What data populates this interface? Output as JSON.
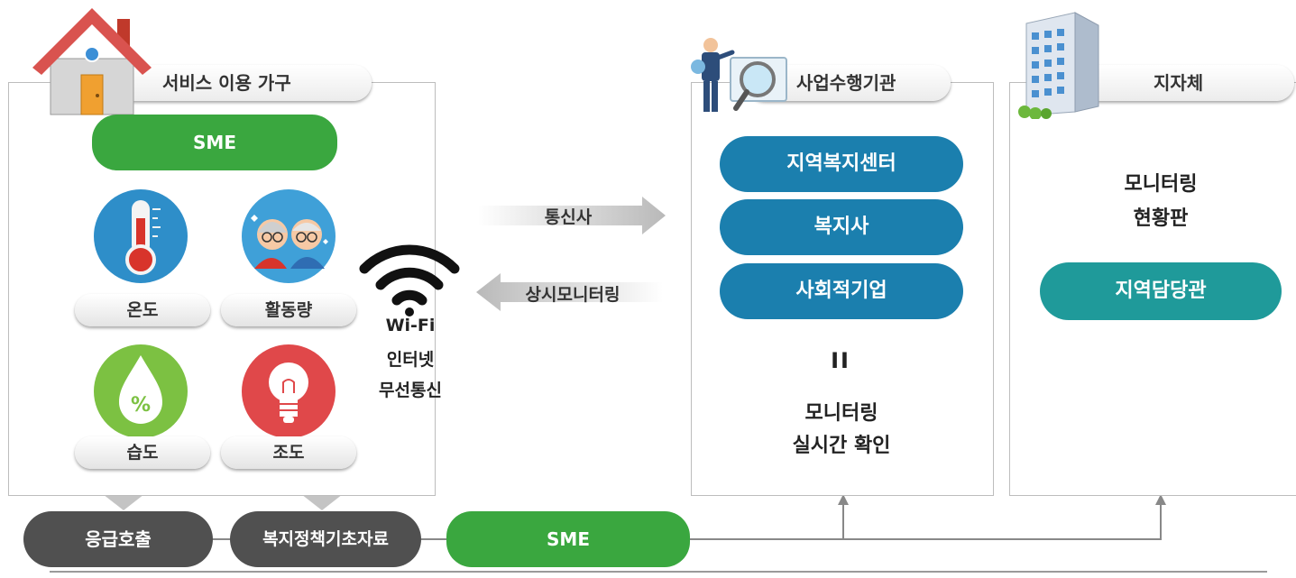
{
  "household": {
    "title": "서비스 이용 가구",
    "sme_label": "SME",
    "sensors": [
      {
        "label": "온도",
        "icon": "thermometer-icon"
      },
      {
        "label": "활동량",
        "icon": "elderly-couple-icon"
      },
      {
        "label": "습도",
        "icon": "humidity-drop-icon"
      },
      {
        "label": "조도",
        "icon": "light-bulb-icon"
      }
    ]
  },
  "wifi": {
    "icon": "wifi-icon",
    "lines": [
      "Wi-Fi",
      "인터넷",
      "무선통신"
    ]
  },
  "arrows": {
    "forward_label": "통신사",
    "backward_label": "상시모니터링"
  },
  "agency": {
    "title": "사업수행기관",
    "items": [
      "지역복지센터",
      "복지사",
      "사회적기업"
    ],
    "equals": "II",
    "caption_line1": "모니터링",
    "caption_line2": "실시간 확인"
  },
  "local_gov": {
    "title": "지자체",
    "caption_line1": "모니터링",
    "caption_line2": "현황판",
    "officer": "지역담당관"
  },
  "bottom": {
    "emergency": "응급호출",
    "welfare_data": "복지정책기초자료",
    "sme": "SME"
  },
  "colors": {
    "green": "#3aa73f",
    "blue": "#1b7fae",
    "teal": "#1f9a9a",
    "dark": "#505050"
  }
}
